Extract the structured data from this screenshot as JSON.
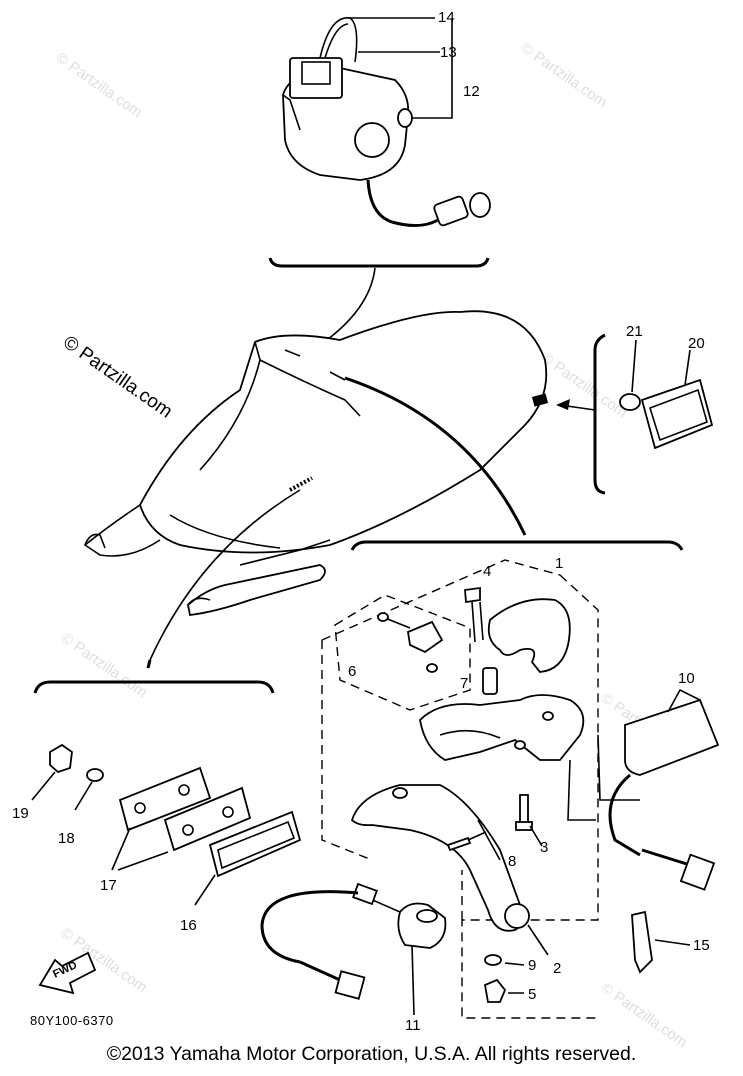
{
  "watermarks": {
    "main": "© Partzilla.com",
    "faint": "© Partzilla.com"
  },
  "callouts": {
    "c1": "1",
    "c2": "2",
    "c3": "3",
    "c4": "4",
    "c5": "5",
    "c6": "6",
    "c7": "7",
    "c8": "8",
    "c9": "9",
    "c10": "10",
    "c11": "11",
    "c12": "12",
    "c13": "13",
    "c14": "14",
    "c15": "15",
    "c16": "16",
    "c17": "17",
    "c18": "18",
    "c19": "19",
    "c20": "20",
    "c21": "21"
  },
  "direction_label": "FWD",
  "diagram_code": "80Y100-6370",
  "copyright": "©2013 Yamaha Motor Corporation, U.S.A. All rights reserved."
}
